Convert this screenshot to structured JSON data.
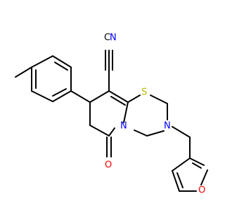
{
  "molecule": {
    "atoms": {
      "nitrile_c": {
        "label": "C",
        "color": "#000000"
      },
      "nitrile_n": {
        "label": "N",
        "color": "#0000ff"
      },
      "thiazine_s": {
        "label": "S",
        "color": "#b8b800"
      },
      "amide_n": {
        "label": "N",
        "color": "#0000ff"
      },
      "amine_n": {
        "label": "N",
        "color": "#0000ff"
      },
      "carbonyl_o": {
        "label": "O",
        "color": "#ff0000"
      },
      "furan_o": {
        "label": "O",
        "color": "#ff0000"
      }
    }
  }
}
